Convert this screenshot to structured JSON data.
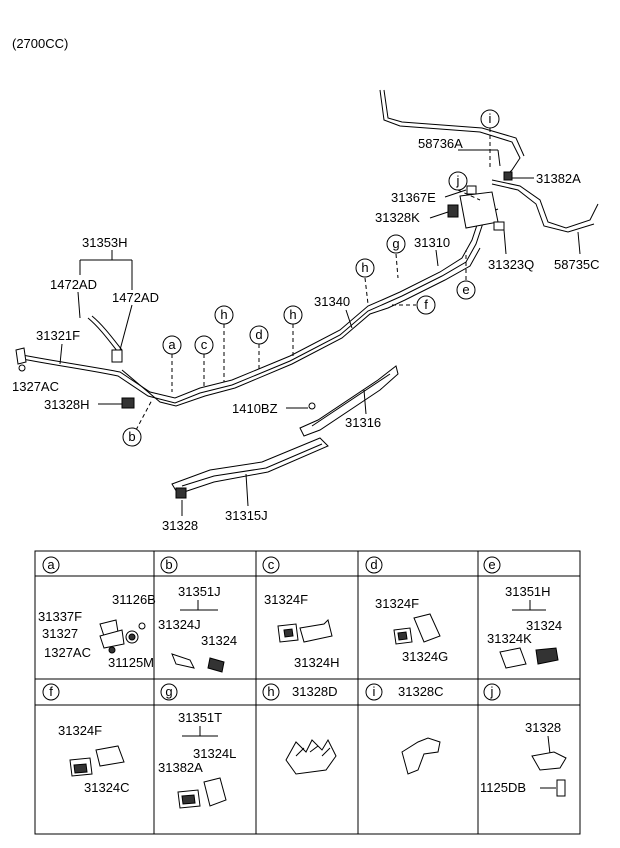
{
  "engine_note": "(2700CC)",
  "main_labels": {
    "p58736A": "58736A",
    "p31382A": "31382A",
    "p31367E": "31367E",
    "p31328K": "31328K",
    "p31310": "31310",
    "p31323Q": "31323Q",
    "p58735C": "58735C",
    "p31353H": "31353H",
    "p1472AD_left": "1472AD",
    "p1472AD_right": "1472AD",
    "p31340": "31340",
    "p31321F": "31321F",
    "p1327AC": "1327AC",
    "p31328H": "31328H",
    "p1410BZ": "1410BZ",
    "p31316": "31316",
    "p31328": "31328",
    "p31315J": "31315J"
  },
  "view_markers": {
    "a": "a",
    "b": "b",
    "c": "c",
    "d": "d",
    "e": "e",
    "f": "f",
    "g": "g",
    "h1": "h",
    "h2": "h",
    "h3": "h",
    "i": "i",
    "j": "j"
  },
  "legend_cells": [
    {
      "letter": "a",
      "parts": [
        "31126B",
        "31337F",
        "31327",
        "1327AC",
        "31125M"
      ]
    },
    {
      "letter": "b",
      "parts": [
        "31351J",
        "31324J",
        "31324"
      ]
    },
    {
      "letter": "c",
      "parts": [
        "31324F",
        "31324H"
      ]
    },
    {
      "letter": "d",
      "parts": [
        "31324F",
        "31324G"
      ]
    },
    {
      "letter": "e",
      "parts": [
        "31351H",
        "31324K",
        "31324"
      ]
    },
    {
      "letter": "f",
      "parts": [
        "31324F",
        "31324C"
      ]
    },
    {
      "letter": "g",
      "parts": [
        "31351T",
        "31382A",
        "31324L"
      ]
    },
    {
      "letter": "h",
      "parts": [
        "31328D"
      ]
    },
    {
      "letter": "i",
      "parts": [
        "31328C"
      ]
    },
    {
      "letter": "j",
      "parts": [
        "31328",
        "1125DB"
      ]
    }
  ]
}
